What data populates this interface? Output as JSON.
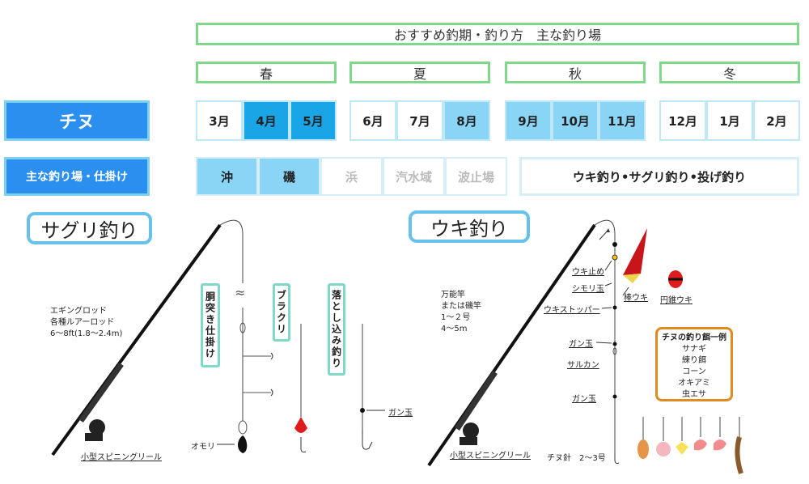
{
  "header": {
    "title": "おすすめ釣期・釣り方　主な釣り場"
  },
  "seasons": [
    "春",
    "夏",
    "秋",
    "冬"
  ],
  "fish_label": "チヌ",
  "months": [
    {
      "label": "3月",
      "level": "none"
    },
    {
      "label": "4月",
      "level": "high"
    },
    {
      "label": "5月",
      "level": "high"
    },
    {
      "label": "6月",
      "level": "none"
    },
    {
      "label": "7月",
      "level": "none"
    },
    {
      "label": "8月",
      "level": "mid"
    },
    {
      "label": "9月",
      "level": "mid"
    },
    {
      "label": "10月",
      "level": "mid"
    },
    {
      "label": "11月",
      "level": "mid"
    },
    {
      "label": "12月",
      "level": "none"
    },
    {
      "label": "1月",
      "level": "none"
    },
    {
      "label": "2月",
      "level": "none"
    }
  ],
  "spots_label": "主な釣り場・仕掛け",
  "spots": [
    {
      "label": "沖",
      "active": true
    },
    {
      "label": "磯",
      "active": true
    },
    {
      "label": "浜",
      "active": false
    },
    {
      "label": "汽水域",
      "active": false
    },
    {
      "label": "波止場",
      "active": false
    }
  ],
  "methods_text": "ウキ釣り•サグリ釣り•投げ釣り",
  "colors": {
    "high": "#1aa6e6",
    "mid": "#8ad4f5",
    "none": "#ffffff",
    "label_bg": "#2b8ff0"
  },
  "saguri": {
    "title": "サグリ釣り",
    "rod": [
      "エギングロッド",
      "各種ルアーロッド",
      "6〜8ft(1.8〜2.4m)"
    ],
    "reel": "小型スピニングリール",
    "rig1": "胴突き仕掛け",
    "rig2": "ブラクリ",
    "rig3": "落とし込み釣り",
    "omori": "オモリ",
    "gandama": "ガン玉",
    "break_mark": "≈"
  },
  "uki": {
    "title": "ウキ釣り",
    "rod": [
      "万能竿",
      "または磯竿",
      "1〜２号",
      "4〜5m"
    ],
    "reel": "小型スピニングリール",
    "ukidome": "ウキ止め",
    "shimoridama": "シモリ玉",
    "bouuki": "棒ウキ",
    "ensuiuki": "円錐ウキ",
    "ukistopper": "ウキストッパー",
    "gandama1": "ガン玉",
    "sarukan": "サルカン",
    "gandama2": "ガン玉",
    "hook": "チヌ針　2〜3号",
    "bait_title": "チヌの釣り餌一例",
    "baits": [
      "サナギ",
      "練り餌",
      "コーン",
      "オキアミ",
      "虫エサ"
    ]
  }
}
